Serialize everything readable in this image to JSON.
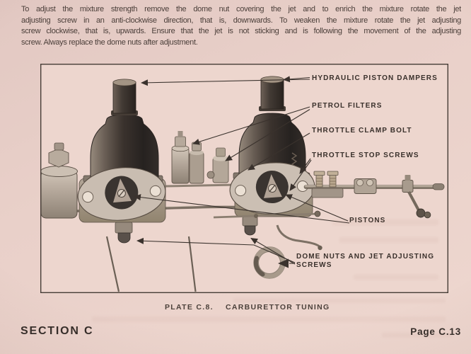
{
  "colors": {
    "paper": "#ead1ca",
    "figure_paper": "#edd6ce",
    "ink": "#39302b"
  },
  "intro": {
    "lines": [
      "To adjust the mixture strength remove the dome nut covering the jet and to enrich the mixture rotate the jet",
      "adjusting screw in an anti-clockwise direction, that is, downwards.  To weaken the mixture rotate the jet adjusting",
      "screw clockwise, that is, upwards.  Ensure that the jet is not sticking and is following the movement of the adjusting",
      "screw.  Always replace the dome nuts after adjustment."
    ]
  },
  "figure": {
    "labels": {
      "hydraulic_piston_dampers": "HYDRAULIC PISTON DAMPERS",
      "petrol_filters": "PETROL FILTERS",
      "throttle_clamp_bolt": "THROTTLE CLAMP BOLT",
      "throttle_stop_screws": "THROTTLE STOP SCREWS",
      "pistons": "PISTONS",
      "dome_nuts_line1": "DOME NUTS AND JET ADJUSTING",
      "dome_nuts_line2": "SCREWS"
    },
    "caption": {
      "plate": "PLATE C.8.",
      "title": "CARBURETTOR TUNING"
    }
  },
  "footer": {
    "section": "SECTION C",
    "page": "Page C.13"
  }
}
